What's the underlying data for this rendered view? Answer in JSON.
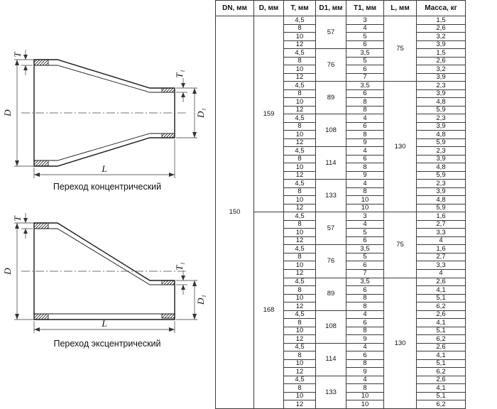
{
  "drawings": {
    "concentric": {
      "caption": "Переход концентрический",
      "labels": {
        "d": "D",
        "t": "T",
        "d1": "D₁",
        "t1": "T₁",
        "l": "L"
      }
    },
    "eccentric": {
      "caption": "Переход эксцентрический",
      "labels": {
        "d": "D",
        "t": "T",
        "d1": "D₁",
        "t1": "T₁",
        "l": "L"
      }
    }
  },
  "table": {
    "headers": [
      "DN, мм",
      "D, мм",
      "T, мм",
      "D1, мм",
      "T1, мм",
      "L, мм",
      "Масса, кг"
    ],
    "dn": "150",
    "d_spans": [
      {
        "value": "159",
        "rows": 24
      },
      {
        "value": "168",
        "rows": 24
      }
    ],
    "l_spans": [
      {
        "value": "75",
        "rows": 8
      },
      {
        "value": "130",
        "rows": 16
      },
      {
        "value": "75",
        "rows": 8
      },
      {
        "value": "130",
        "rows": 16
      }
    ],
    "blocks": [
      {
        "d1": "57",
        "rows": [
          [
            "4,5",
            "3",
            "1,5"
          ],
          [
            "8",
            "4",
            "2,6"
          ],
          [
            "10",
            "5",
            "3,2"
          ],
          [
            "12",
            "6",
            "3,9"
          ]
        ]
      },
      {
        "d1": "76",
        "rows": [
          [
            "4,5",
            "3,5",
            "1,5"
          ],
          [
            "8",
            "5",
            "2,6"
          ],
          [
            "10",
            "6",
            "3,2"
          ],
          [
            "12",
            "7",
            "3,9"
          ]
        ]
      },
      {
        "d1": "89",
        "rows": [
          [
            "4,5",
            "3,5",
            "2,3"
          ],
          [
            "8",
            "6",
            "3,9"
          ],
          [
            "10",
            "8",
            "4,8"
          ],
          [
            "12",
            "8",
            "5,9"
          ]
        ]
      },
      {
        "d1": "108",
        "rows": [
          [
            "4,5",
            "4",
            "2,3"
          ],
          [
            "8",
            "6",
            "3,9"
          ],
          [
            "10",
            "8",
            "4,8"
          ],
          [
            "12",
            "9",
            "5,9"
          ]
        ]
      },
      {
        "d1": "114",
        "rows": [
          [
            "4,5",
            "4",
            "2,3"
          ],
          [
            "8",
            "6",
            "3,9"
          ],
          [
            "10",
            "8",
            "4,8"
          ],
          [
            "12",
            "9",
            "5,9"
          ]
        ]
      },
      {
        "d1": "133",
        "rows": [
          [
            "4,5",
            "4",
            "2,3"
          ],
          [
            "8",
            "8",
            "3,9"
          ],
          [
            "10",
            "10",
            "4,8"
          ],
          [
            "12",
            "10",
            "5,9"
          ]
        ]
      },
      {
        "d1": "57",
        "rows": [
          [
            "4,5",
            "3",
            "1,6"
          ],
          [
            "8",
            "4",
            "2,7"
          ],
          [
            "10",
            "5",
            "3,3"
          ],
          [
            "12",
            "6",
            "4"
          ]
        ]
      },
      {
        "d1": "76",
        "rows": [
          [
            "4,5",
            "3,5",
            "1,6"
          ],
          [
            "8",
            "5",
            "2,7"
          ],
          [
            "10",
            "6",
            "3,3"
          ],
          [
            "12",
            "7",
            "4"
          ]
        ]
      },
      {
        "d1": "89",
        "rows": [
          [
            "4,5",
            "3,5",
            "2,6"
          ],
          [
            "8",
            "6",
            "4,1"
          ],
          [
            "10",
            "8",
            "5,1"
          ],
          [
            "12",
            "8",
            "6,2"
          ]
        ]
      },
      {
        "d1": "108",
        "rows": [
          [
            "4,5",
            "4",
            "2,6"
          ],
          [
            "8",
            "6",
            "4,1"
          ],
          [
            "10",
            "8",
            "5,1"
          ],
          [
            "12",
            "9",
            "6,2"
          ]
        ]
      },
      {
        "d1": "114",
        "rows": [
          [
            "4,5",
            "4",
            "2,6"
          ],
          [
            "8",
            "6",
            "4,1"
          ],
          [
            "10",
            "8",
            "5,1"
          ],
          [
            "12",
            "9",
            "6,2"
          ]
        ]
      },
      {
        "d1": "133",
        "rows": [
          [
            "4,5",
            "4",
            "2,6"
          ],
          [
            "8",
            "8",
            "4,1"
          ],
          [
            "10",
            "10",
            "5,1"
          ],
          [
            "12",
            "10",
            "6,2"
          ]
        ]
      }
    ]
  }
}
